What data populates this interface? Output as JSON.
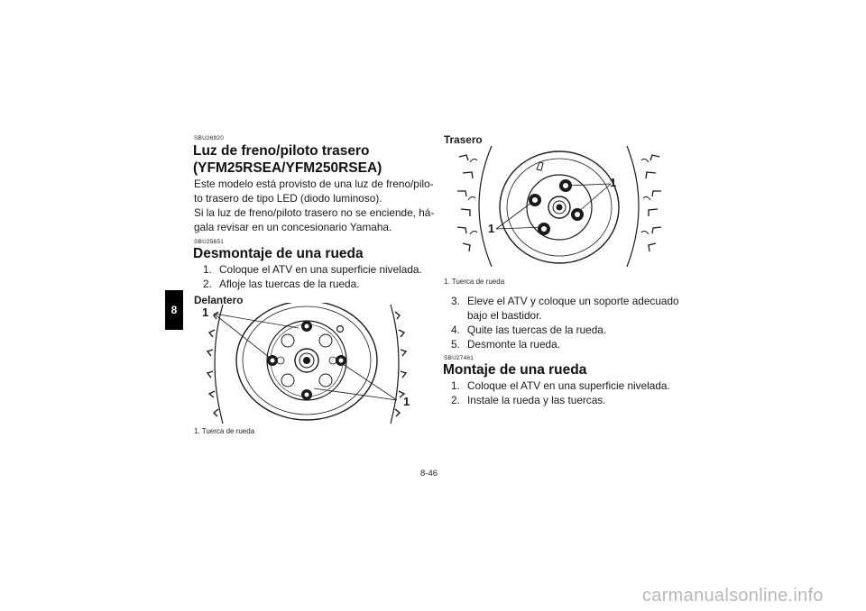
{
  "tab": "8",
  "left": {
    "code1": "SBU26920",
    "title1_l1": "Luz de freno/piloto trasero",
    "title1_l2": "(YFM25RSEA/YFM250RSEA)",
    "para_lines": [
      "Este modelo está provisto de una luz de freno/pilo-",
      "to trasero de tipo LED (diodo luminoso).",
      "Si la luz de freno/piloto trasero no se enciende, há-",
      "gala revisar en un concesionario Yamaha."
    ],
    "code2": "SBU25651",
    "title2": "Desmontaje de una rueda",
    "steps": [
      {
        "n": "1.",
        "t": "Coloque el ATV en una superficie nivelada."
      },
      {
        "n": "2.",
        "t": "Afloje las tuercas de la rueda."
      }
    ],
    "subhead": "Delantero",
    "fig_label_a": "1",
    "fig_label_b": "1",
    "caption": "1. Tuerca de rueda"
  },
  "right": {
    "subhead": "Trasero",
    "fig_label_a": "1",
    "fig_label_b": "1",
    "caption": "1. Tuerca de rueda",
    "steps_l1": [
      {
        "n": "3.",
        "t": "Eleve el ATV y coloque un soporte adecuado"
      }
    ],
    "step3_cont": "bajo el bastidor.",
    "steps_l2": [
      {
        "n": "4.",
        "t": "Quite las tuercas de la rueda."
      },
      {
        "n": "5.",
        "t": "Desmonte la rueda."
      }
    ],
    "code3": "SBU27481",
    "title3": "Montaje de una rueda",
    "steps_l3": [
      {
        "n": "1.",
        "t": "Coloque el ATV en una superficie nivelada."
      },
      {
        "n": "2.",
        "t": "Instale la rueda y las tuercas."
      }
    ]
  },
  "page_number": "8-46",
  "watermark": "carmanualsonline.info"
}
